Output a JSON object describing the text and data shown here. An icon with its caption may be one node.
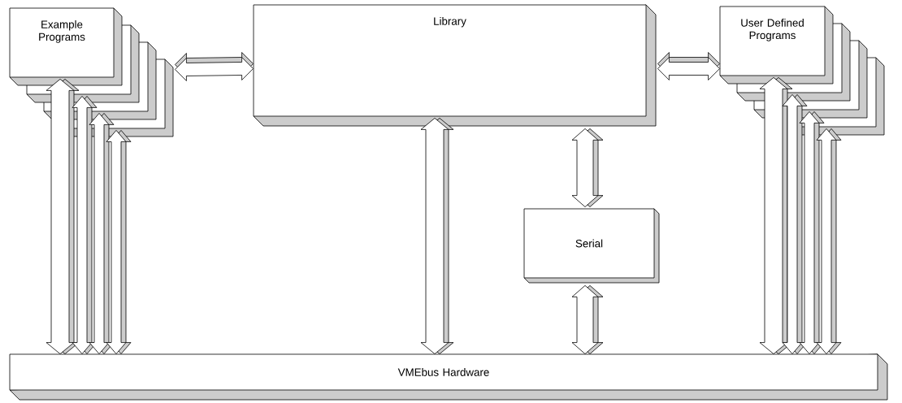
{
  "diagram": {
    "nodes": [
      {
        "text": [
          "Example Programs"
        ]
      },
      {
        "text": [
          "Library"
        ]
      },
      {
        "text": [
          "User Defined Programs"
        ]
      },
      {
        "text": [
          "Serial"
        ]
      },
      {
        "text": [
          "VMEbus Hardware"
        ]
      }
    ],
    "edges": [
      {
        "from": 0,
        "to": 1,
        "arrow": "both"
      },
      {
        "from": 1,
        "to": 2,
        "arrow": "both"
      },
      {
        "from": 0,
        "to": 4,
        "arrow": "both"
      },
      {
        "from": 0,
        "to": 4,
        "arrow": "both"
      },
      {
        "from": 0,
        "to": 4,
        "arrow": "both"
      },
      {
        "from": 0,
        "to": 4,
        "arrow": "both"
      },
      {
        "from": 1,
        "to": 4,
        "arrow": "both"
      },
      {
        "from": 1,
        "to": 3,
        "arrow": "both"
      },
      {
        "from": 3,
        "to": 4,
        "arrow": "both"
      },
      {
        "from": 2,
        "to": 4,
        "arrow": "both"
      },
      {
        "from": 2,
        "to": 4,
        "arrow": "both"
      },
      {
        "from": 2,
        "to": 4,
        "arrow": "both"
      },
      {
        "from": 2,
        "to": 4,
        "arrow": "both"
      }
    ]
  }
}
